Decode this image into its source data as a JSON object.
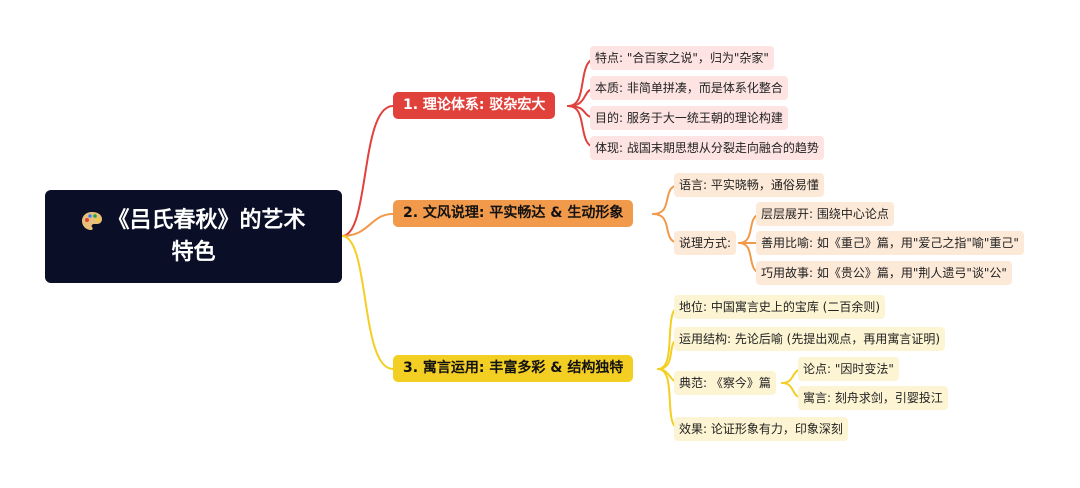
{
  "root": {
    "icon": "palette-icon",
    "line1": "《吕氏春秋》的艺术",
    "line2": "特色",
    "color": "#0a0e27"
  },
  "branches": [
    {
      "label": "1. 理论体系: 驳杂宏大",
      "color": "#e0413b",
      "leaves": [
        "特点: \"合百家之说\"，归为\"杂家\"",
        "本质: 非简单拼凑，而是体系化整合",
        "目的: 服务于大一统王朝的理论构建",
        "体现: 战国末期思想从分裂走向融合的趋势"
      ]
    },
    {
      "label": "2. 文风说理: 平实畅达 & 生动形象",
      "color": "#f19a4b",
      "leaves": [
        "语言: 平实晓畅，通俗易懂",
        "说理方式:"
      ],
      "sub": [
        "层层展开: 围绕中心论点",
        "善用比喻: 如《重己》篇，用\"爱己之指\"喻\"重己\"",
        "巧用故事: 如《贵公》篇，用\"荆人遗弓\"谈\"公\""
      ]
    },
    {
      "label": "3. 寓言运用: 丰富多彩 & 结构独特",
      "color": "#f3cf24",
      "leaves": [
        "地位: 中国寓言史上的宝库 (二百余则)",
        "运用结构: 先论后喻 (先提出观点，再用寓言证明)",
        "典范: 《察今》篇",
        "效果: 论证形象有力，印象深刻"
      ],
      "sub": [
        "论点: \"因时变法\"",
        "寓言: 刻舟求剑，引婴投江"
      ]
    }
  ],
  "colors": {
    "red_link": "#e0413b",
    "orange_link": "#f19a4b",
    "yellow_link": "#f3cf24",
    "red_leaf_bg": "#fde4e2",
    "orange_leaf_bg": "#fde9d7",
    "yellow_leaf_bg": "#fdf4d3"
  }
}
